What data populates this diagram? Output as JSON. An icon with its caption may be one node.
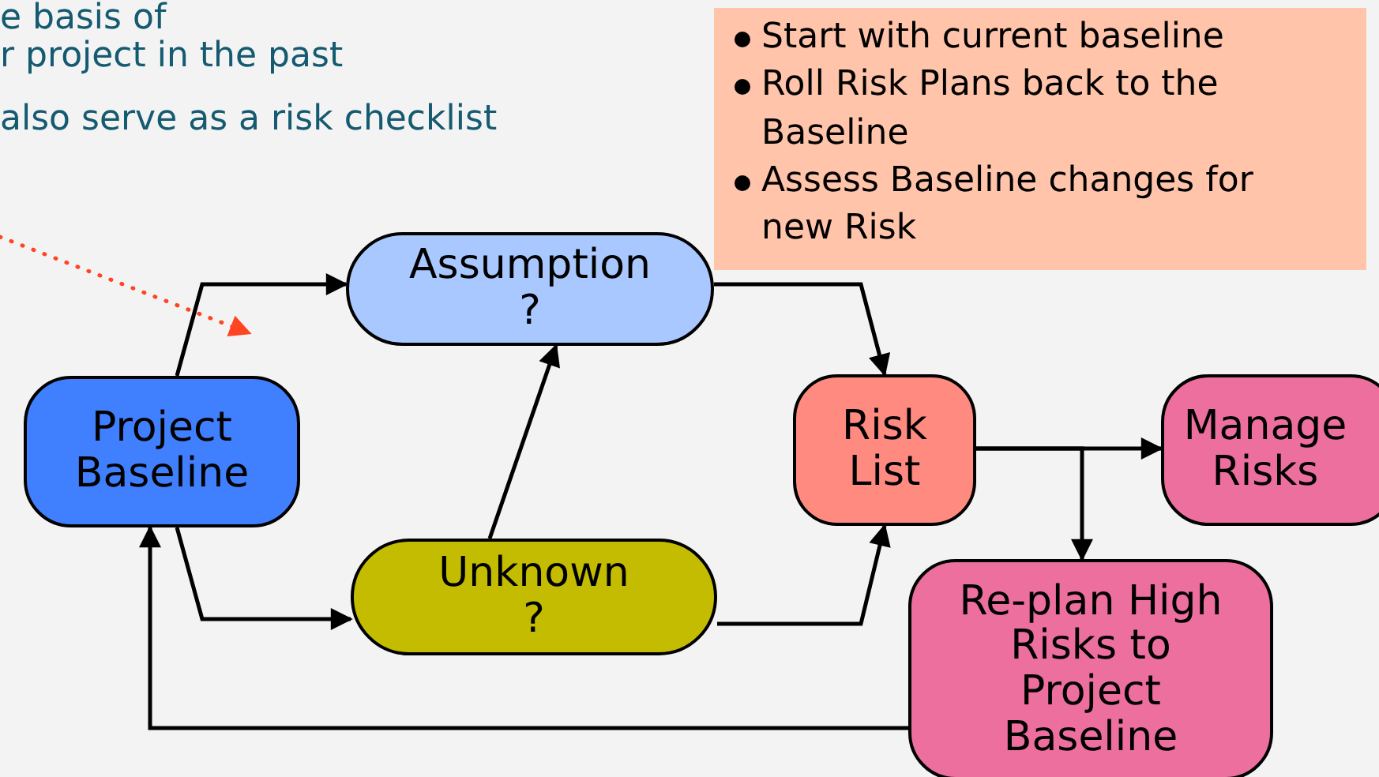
{
  "diagram": {
    "nodes": [
      {
        "text": [
          "Project Baseline"
        ]
      },
      {
        "text": [
          "Assumption",
          "?"
        ]
      },
      {
        "text": [
          "Unknown",
          "?"
        ]
      },
      {
        "text": [
          "Risk List"
        ]
      },
      {
        "text": [
          "Manage Risks"
        ]
      },
      {
        "text": [
          "Re-plan High Risks to Project Baseline"
        ]
      },
      {
        "text": [
          "Start with current baseline",
          "Roll Risk Plans back to the Baseline",
          "Assess Baseline changes for new Risk"
        ]
      }
    ],
    "edges": [
      {
        "from": 0,
        "to": 1,
        "arrow": "to"
      },
      {
        "from": 0,
        "to": 2,
        "arrow": "to"
      },
      {
        "from": 2,
        "to": 1,
        "arrow": "to"
      },
      {
        "from": 1,
        "to": 3,
        "arrow": "to"
      },
      {
        "from": 2,
        "to": 3,
        "arrow": "to"
      },
      {
        "from": 3,
        "to": 4,
        "arrow": "to"
      },
      {
        "from": 3,
        "to": 5,
        "arrow": "to"
      },
      {
        "from": 5,
        "to": 0,
        "arrow": "to"
      }
    ],
    "labels": [
      "e basis of",
      "r project in the past",
      "also serve as a risk checklist"
    ]
  }
}
